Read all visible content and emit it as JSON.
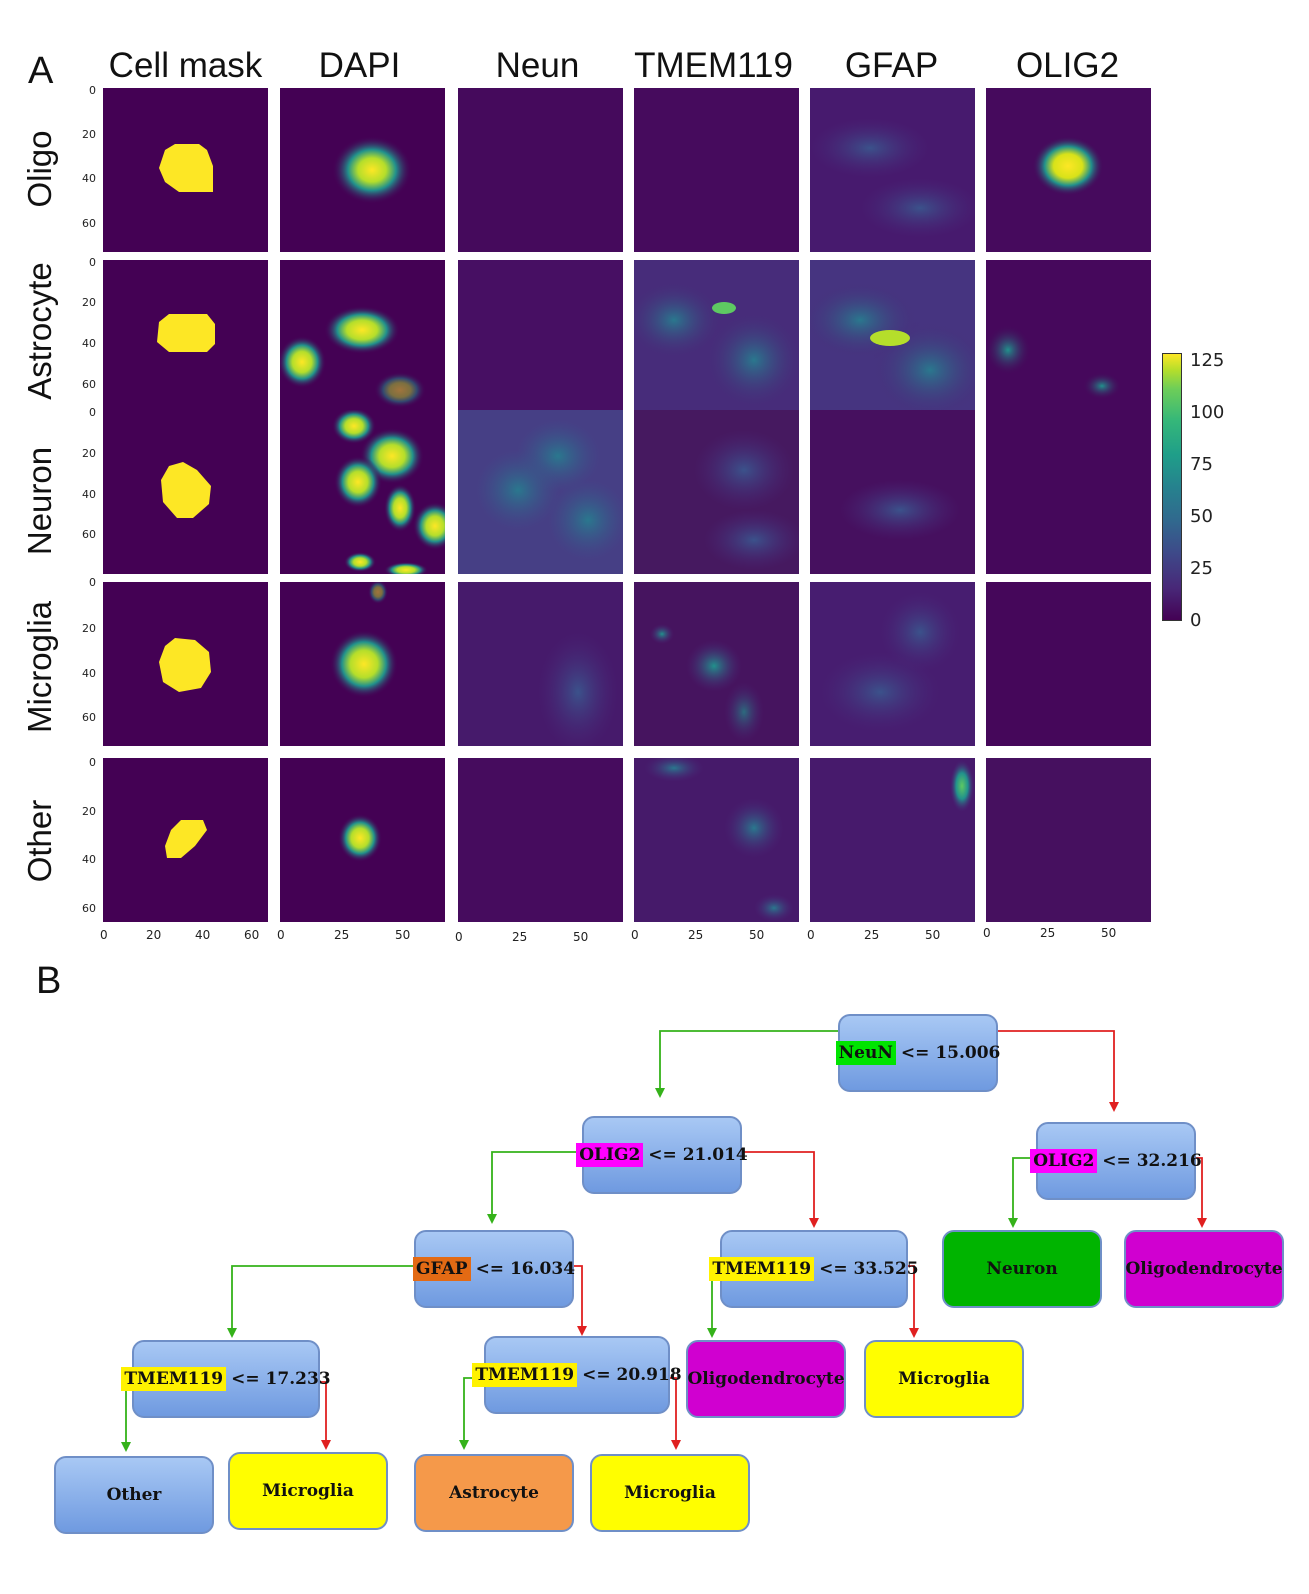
{
  "panel_a": {
    "letter": "A",
    "columns": [
      "Cell mask",
      "DAPI",
      "Neun",
      "TMEM119",
      "GFAP",
      "OLIG2"
    ],
    "rows": [
      "Oligo",
      "Astrocyte",
      "Neuron",
      "Microglia",
      "Other"
    ],
    "y_ticks": [
      "0",
      "20",
      "40",
      "60"
    ],
    "x_ticks_mask": [
      "0",
      "20",
      "40",
      "60"
    ],
    "x_ticks_other": [
      "0",
      "25",
      "50"
    ],
    "colormap": "viridis",
    "colorbar": {
      "ticks": [
        "125",
        "100",
        "75",
        "50",
        "25",
        "0"
      ],
      "range": [
        0,
        125
      ]
    },
    "colors": {
      "background": "#440154",
      "mask": "#fde725"
    }
  },
  "panel_b": {
    "letter": "B",
    "colors": {
      "yes_edge": "#35b21a",
      "no_edge": "#e02020"
    },
    "nodes": {
      "n1": {
        "feature": "NeuN",
        "rest": "<= 15.006"
      },
      "n2": {
        "feature": "OLIG2",
        "rest": "<= 21.014"
      },
      "n3": {
        "feature": "OLIG2",
        "rest": "<= 32.216"
      },
      "n4": {
        "feature": "GFAP",
        "rest": "<= 16.034"
      },
      "n5": {
        "feature": "TMEM119",
        "rest": "<= 33.525"
      },
      "n6": {
        "feature": "TMEM119",
        "rest": "<= 17.233"
      },
      "n7": {
        "feature": "TMEM119",
        "rest": "<= 20.918"
      }
    },
    "leaves": {
      "neuron": "Neuron",
      "oligo_right": "Oligodendrocyte",
      "oligo_mid": "Oligodendrocyte",
      "micro_mid": "Microglia",
      "other": "Other",
      "micro_left": "Microglia",
      "astro": "Astrocyte",
      "micro_right": "Microglia"
    }
  }
}
